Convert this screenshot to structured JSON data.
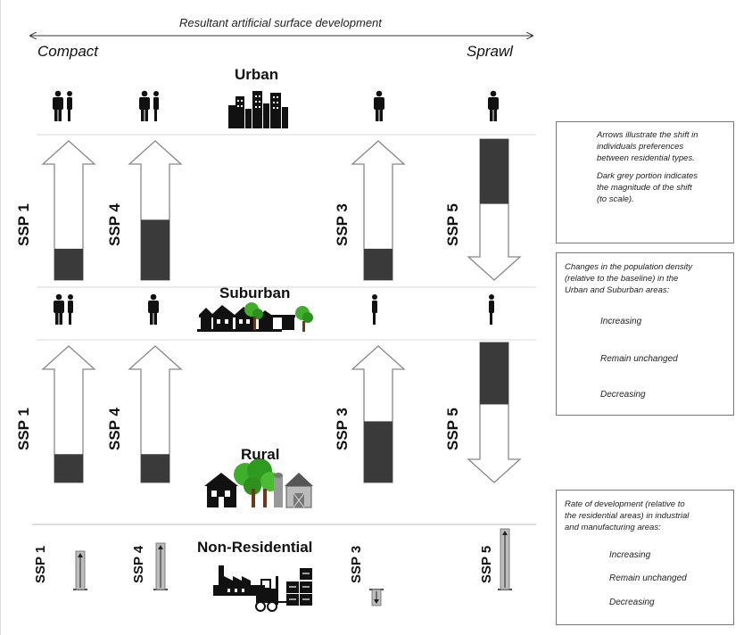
{
  "header": {
    "axis_title": "Resultant artificial surface development",
    "left_end": "Compact",
    "right_end": "Sprawl"
  },
  "zones": {
    "urban": "Urban",
    "suburban": "Suburban",
    "rural": "Rural",
    "non_residential": "Non-Residential"
  },
  "scenarios": {
    "ssp1": "SSP 1",
    "ssp4": "SSP 4",
    "ssp3": "SSP 3",
    "ssp5": "SSP 5"
  },
  "legend_arrows": {
    "line1": "Arrows illustrate the shift in",
    "line2": "individuals preferences",
    "line3": "between residential types.",
    "line4": "Dark grey portion indicates",
    "line5": "the magnitude of the shift",
    "line6": "(to scale)."
  },
  "legend_density": {
    "line1": "Changes in the population density",
    "line2": "(relative to the baseline) in the",
    "line3": "Urban and Suburban areas:",
    "increasing": "Increasing",
    "unchanged": "Remain unchanged",
    "decreasing": "Decreasing"
  },
  "legend_rate": {
    "line1": "Rate of development (relative to",
    "line2": "the residential areas) in industrial",
    "line3": "and manufacturing areas:",
    "increasing": "Increasing",
    "unchanged": "Remain unchanged",
    "decreasing": "Decreasing"
  },
  "colors": {
    "dark_fill": "#3a3a3a",
    "arrow_outline": "#888888",
    "divider": "#d8d8d8",
    "icon": "#111111"
  },
  "shift_magnitudes": {
    "urban_suburban": {
      "ssp1": 0.27,
      "ssp4": 0.52,
      "ssp3": 0.27,
      "ssp5": 0.55
    },
    "suburban_rural": {
      "ssp1": 0.25,
      "ssp4": 0.25,
      "ssp3": 0.54,
      "ssp5": 0.53
    }
  },
  "rate_of_development": {
    "ssp1": "increasing",
    "ssp4": "increasing",
    "ssp3": "decreasing",
    "ssp5": "increasing"
  }
}
